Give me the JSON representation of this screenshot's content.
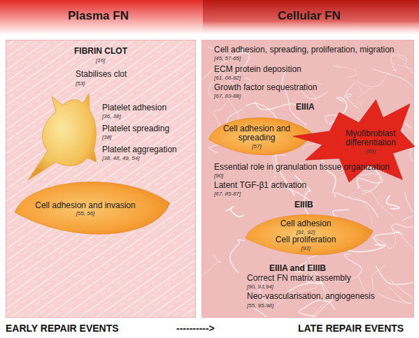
{
  "diagram": {
    "nodes": [
      {
        "text": [
          "Plasma FN",
          "FIBRIN CLOT",
          "[16]",
          "Stabilises clot",
          "[53]",
          "Platelet adhesion",
          "[36, 38]",
          "Platelet spreading",
          "[38]",
          "Platelet aggregation",
          "[38, 48, 49, 54]"
        ]
      },
      {
        "text": [
          "Cell adhesion and invasion",
          "[55, 56]"
        ],
        "in": 0
      },
      {
        "text": [
          "Cellular FN",
          "Cell adhesion, spreading, proliferation, migration",
          "[45, 57-65]",
          "ECM protein deposition",
          "[61, 66-82]",
          "Growth factor sequestration",
          "[67, 83-88]",
          "EIIIA",
          "Essential role in granulation tissue organization",
          "[90]",
          "Latent TGF-β1 activation",
          "[67, 85-87]",
          "EIIIB",
          "EIIIA and EIIIB",
          "Correct FN matrix assembly",
          "[90, 93,94]",
          "Neo-vascularisation, angiogenesis",
          "[55, 95-98]"
        ]
      },
      {
        "text": [
          "Cell adhesion and spreading",
          "[57]"
        ],
        "in": 2
      },
      {
        "text": [
          "Myofibroblast differentiation",
          "[89]"
        ],
        "in": 2
      },
      {
        "text": [
          "Cell adhesion",
          "[91, 92]",
          "Cell proliferation",
          "[93]"
        ],
        "in": 2
      }
    ],
    "labels": [
      "EARLY REPAIR EVENTS",
      "---------->",
      "LATE REPAIR EVENTS"
    ]
  }
}
